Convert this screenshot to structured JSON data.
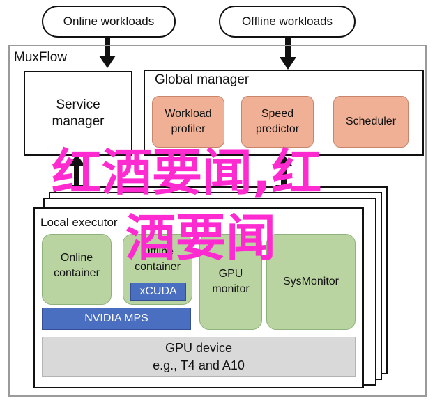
{
  "top": {
    "online_workloads": "Online workloads",
    "offline_workloads": "Offline workloads"
  },
  "muxflow": {
    "title": "MuxFlow"
  },
  "service_manager": {
    "label": "Service manager"
  },
  "global_manager": {
    "title": "Global manager",
    "workload_profiler": "Workload profiler",
    "speed_predictor": "Speed predictor",
    "scheduler": "Scheduler"
  },
  "local_executor": {
    "title": "Local executor",
    "online_container": "Online container",
    "offline_container": "Offline container",
    "xcuda": "xCUDA",
    "gpu_monitor": "GPU monitor",
    "sys_monitor": "SysMonitor",
    "nvidia_mps": "NVIDIA MPS",
    "gpu_device_line1": "GPU device",
    "gpu_device_line2": "e.g., T4 and A10"
  },
  "watermark": {
    "line1": "红酒要闻,红",
    "line2": "酒要闻"
  },
  "colors": {
    "orange_box": "#f0b095",
    "green_box": "#b9d4a0",
    "blue_bar": "#4a6fc0",
    "gray_box": "#d9d9d9",
    "watermark": "#ff2bd0"
  }
}
